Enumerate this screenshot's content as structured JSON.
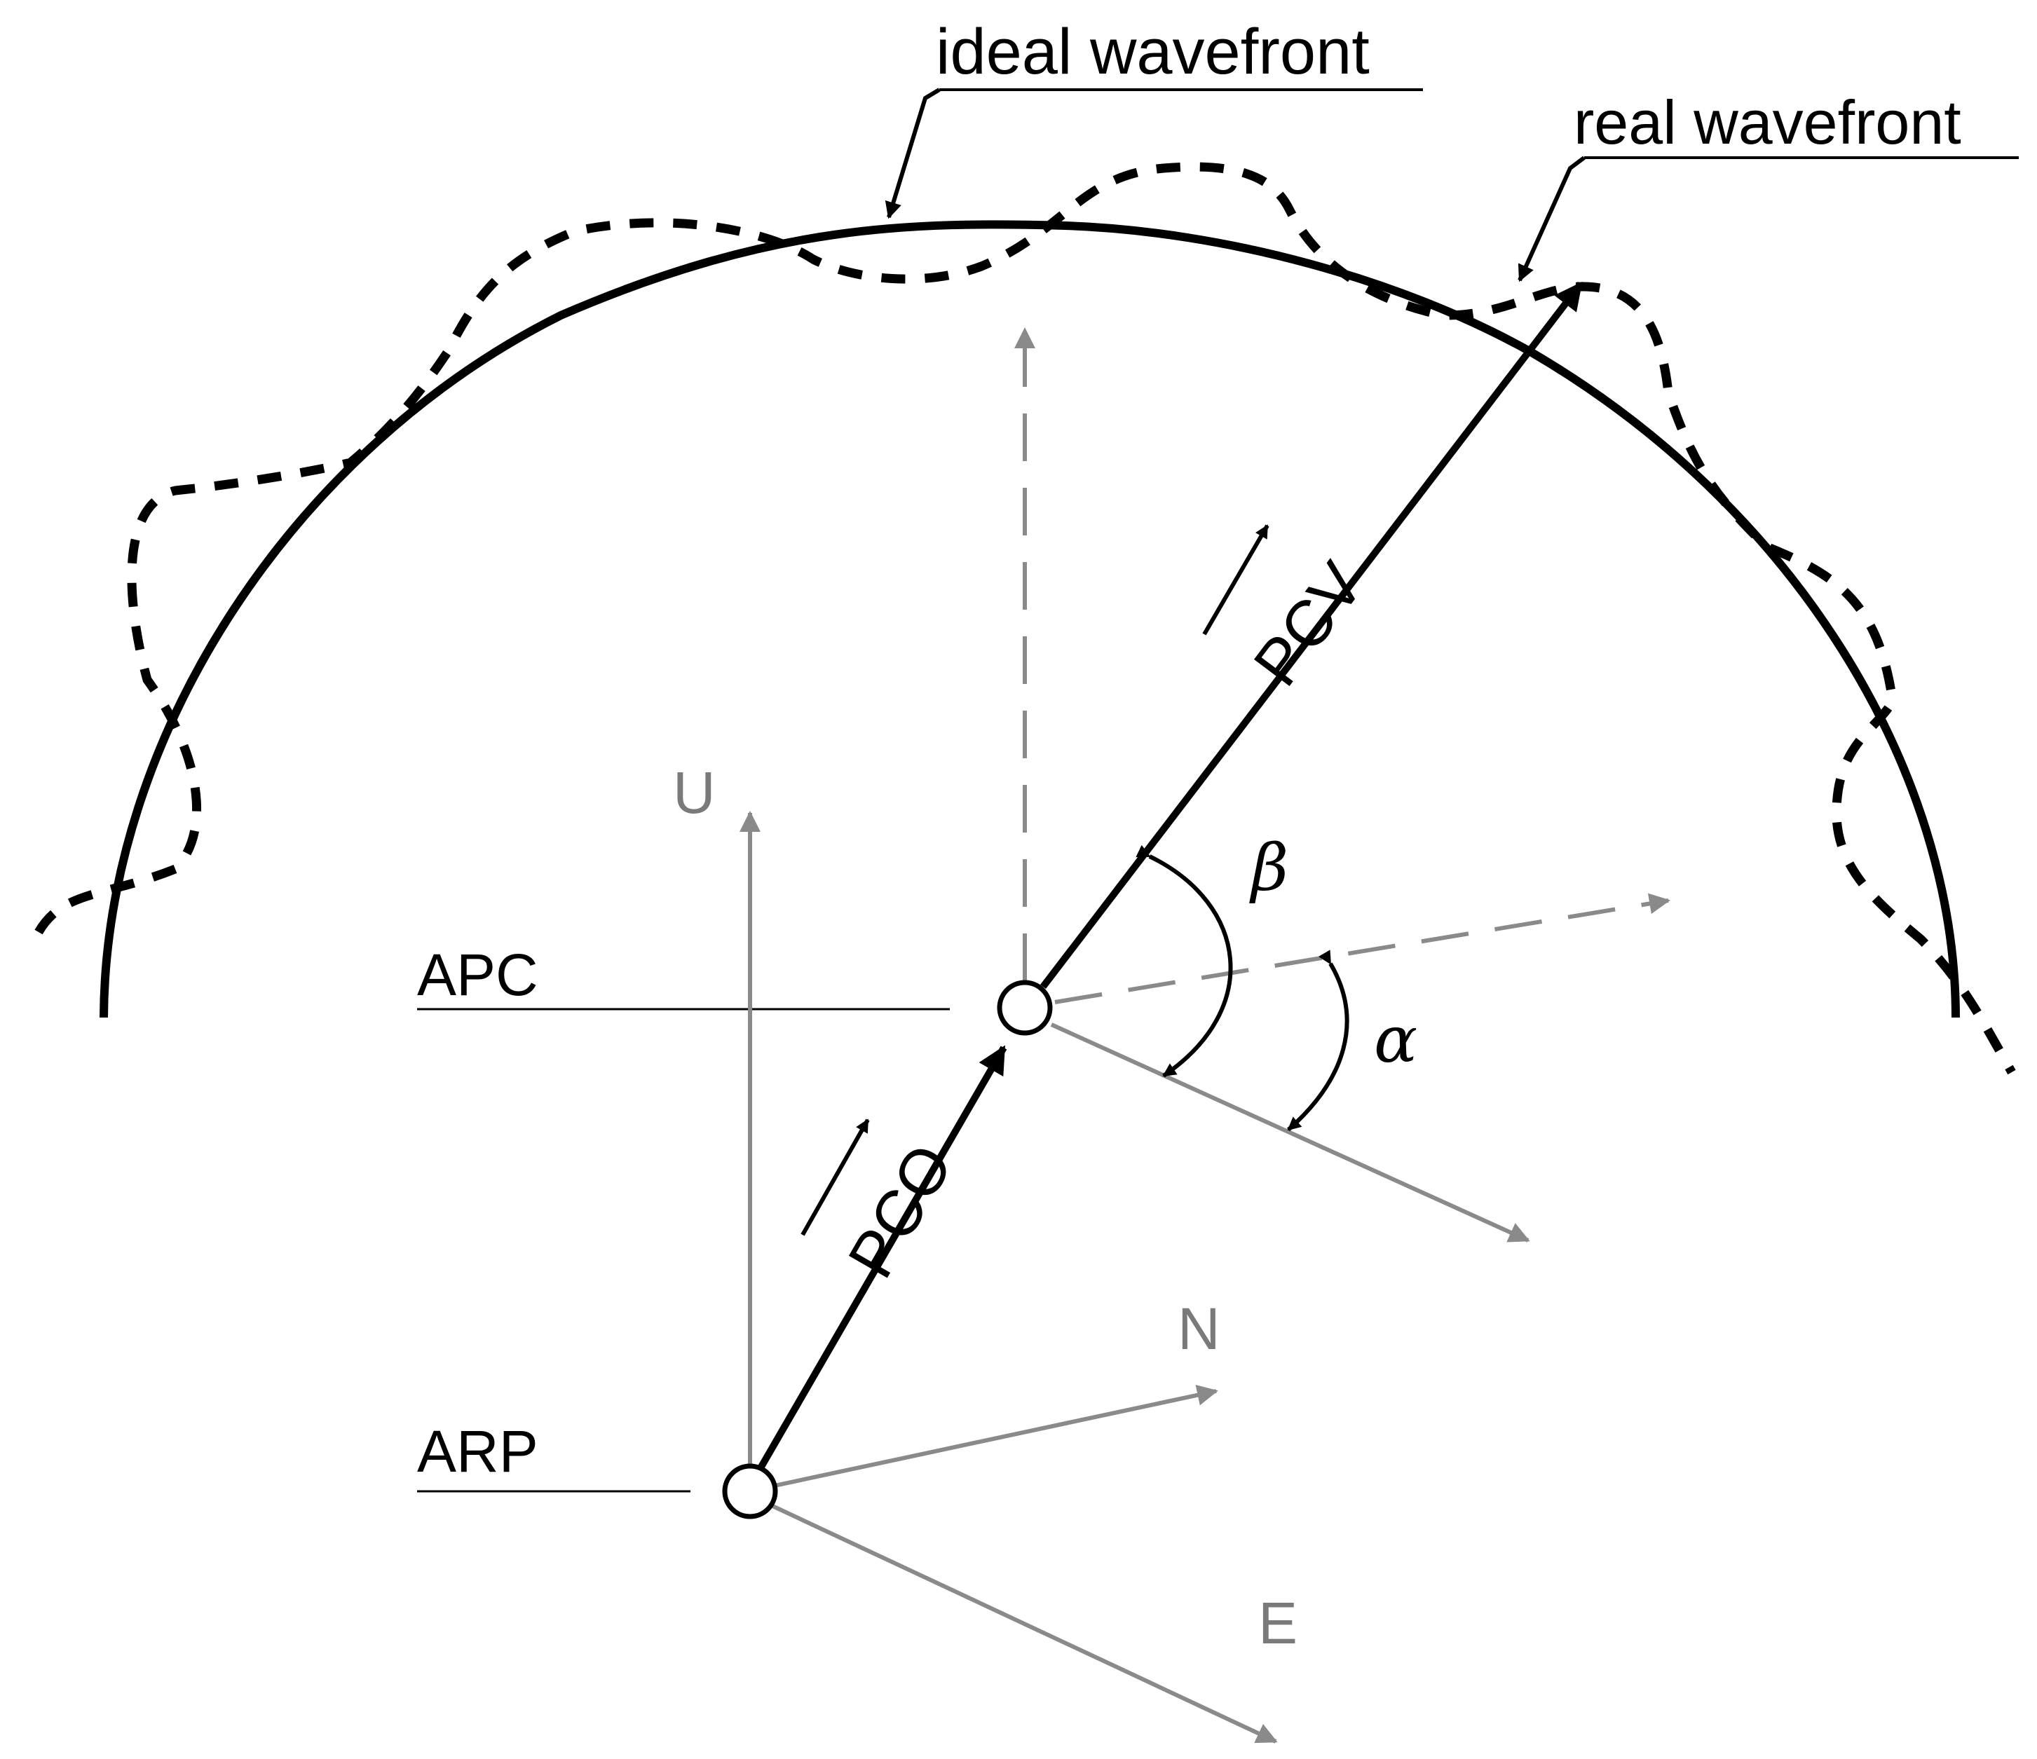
{
  "labels": {
    "ideal_wavefront": "ideal wavefront",
    "real_wavefront": "real wavefront",
    "pcv": "PCV",
    "pco": "PCO",
    "apc": "APC",
    "arp": "ARP",
    "u_axis": "U",
    "n_axis": "N",
    "e_axis": "E",
    "beta": "β",
    "alpha": "α"
  },
  "colors": {
    "ink": "#000000",
    "axis_gray": "#8a8a8a",
    "label_gray": "#7a7a7a"
  }
}
